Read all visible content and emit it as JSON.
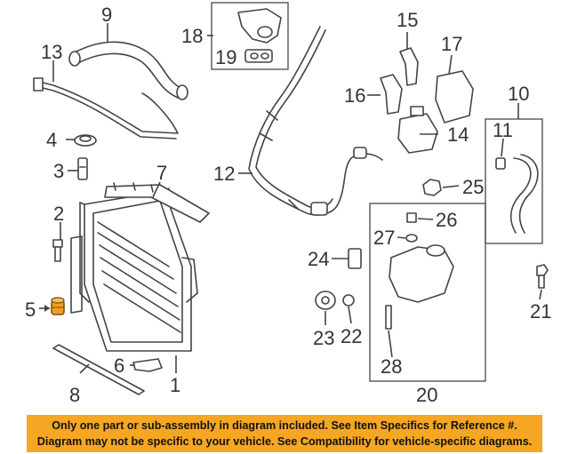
{
  "callouts": {
    "c1": "1",
    "c2": "2",
    "c3": "3",
    "c4": "4",
    "c5": "5",
    "c6": "6",
    "c7": "7",
    "c8": "8",
    "c9": "9",
    "c10": "10",
    "c11": "11",
    "c12": "12",
    "c13": "13",
    "c14": "14",
    "c15": "15",
    "c16": "16",
    "c17": "17",
    "c18": "18",
    "c19": "19",
    "c20": "20",
    "c21": "21",
    "c22": "22",
    "c23": "23",
    "c24": "24",
    "c25": "25",
    "c26": "26",
    "c27": "27",
    "c28": "28"
  },
  "highlight_color": "#f0a020",
  "banner": {
    "line1": "Only one part or sub-assembly in diagram included. See Item Specifics for Reference #.",
    "line2": "Diagram may not be specific to your vehicle. See Compatibility for vehicle-specific diagrams.",
    "color": "#f5a623"
  }
}
